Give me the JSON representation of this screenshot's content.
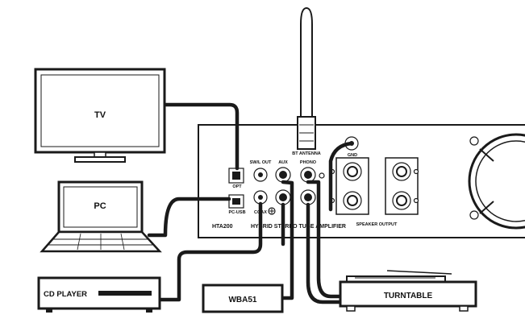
{
  "devices": {
    "tv": "TV",
    "pc": "PC",
    "cd_player": "CD PLAYER",
    "wba51": "WBA51",
    "turntable": "TURNTABLE"
  },
  "amplifier": {
    "model": "HTA200",
    "name": "HYBRID STEREO TUBE AMPLIFIER",
    "labels": {
      "bt_antenna": "BT ANTENNA",
      "gnd": "GND",
      "swl_out": "SW/L OUT",
      "aux": "AUX",
      "phono": "PHONO",
      "opt": "OPT",
      "pc_usb": "PC-USB",
      "coax": "COAX",
      "speaker_output": "SPEAKER OUTPUT"
    }
  },
  "colors": {
    "ink": "#1a1a1a",
    "background": "#ffffff"
  }
}
